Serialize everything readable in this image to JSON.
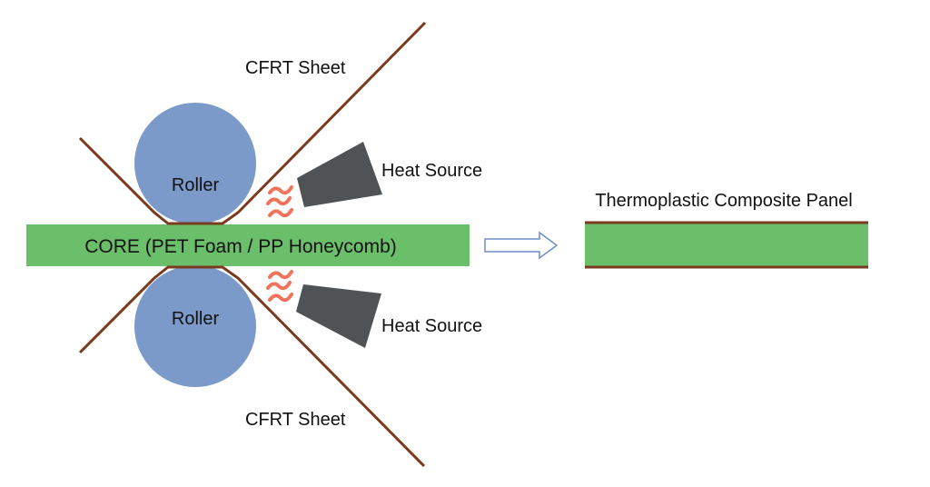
{
  "labels": {
    "cfrt_top": "CFRT Sheet",
    "cfrt_bottom": "CFRT Sheet",
    "roller_top": "Roller",
    "roller_bottom": "Roller",
    "heat_top": "Heat Source",
    "heat_bottom": "Heat Source",
    "core": "CORE (PET Foam / PP Honeycomb)",
    "panel": "Thermoplastic Composite Panel"
  },
  "colors": {
    "roller": "#7b9ac9",
    "sheet": "#7a3a1e",
    "core": "#6cbf6a",
    "heat_source": "#4f5356",
    "heat_waves": "#f0644a",
    "arrow": "#6f8cc8",
    "text": "#111111"
  }
}
